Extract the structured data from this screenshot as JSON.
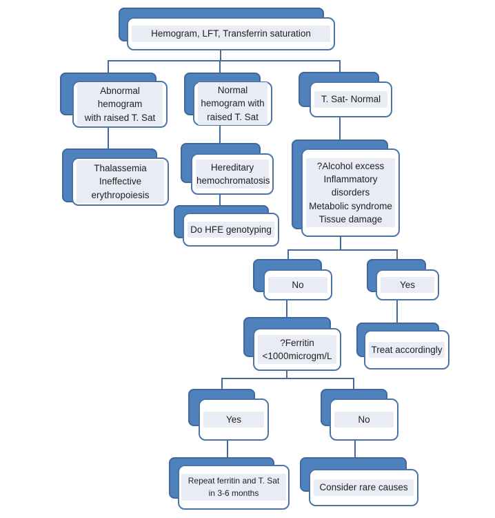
{
  "diagram": {
    "type": "flowchart",
    "colors": {
      "node_shadow": "#4f81bd",
      "node_border": "#4a74a8",
      "connector": "#44699c",
      "label_background": "#e9ecf5",
      "text": "#1f1f1f",
      "background": "#ffffff"
    },
    "nodes": {
      "hemogram": {
        "label": "Hemogram, LFT, Transferrin saturation"
      },
      "abnormal_hemogram": {
        "label": "Abnormal hemogram\nwith raised T. Sat"
      },
      "normal_hemogram": {
        "label": "Normal\nhemogram with\nraised T. Sat"
      },
      "tsat_normal": {
        "label": "T. Sat- Normal"
      },
      "thalassemia": {
        "label": "Thalassemia\nIneffective\nerythropoiesis"
      },
      "hereditary": {
        "label": "Hereditary\nhemochromatosis"
      },
      "hfe_genotyping": {
        "label": "Do HFE genotyping"
      },
      "secondary_causes": {
        "label": "?Alcohol excess\nInflammatory\ndisorders\nMetabolic syndrome\nTissue damage"
      },
      "no_secondary": {
        "label": "No"
      },
      "yes_secondary": {
        "label": "Yes"
      },
      "ferritin_question": {
        "label": "?Ferritin\n<1000microgm/L"
      },
      "treat_accordingly": {
        "label": "Treat accordingly"
      },
      "yes_ferritin": {
        "label": "Yes"
      },
      "no_ferritin": {
        "label": "No"
      },
      "repeat_ferritin": {
        "label": "Repeat ferritin and T. Sat\nin 3-6 months"
      },
      "consider_rare": {
        "label": "Consider rare causes"
      }
    },
    "edges": [
      {
        "from": "hemogram",
        "to": "abnormal_hemogram"
      },
      {
        "from": "hemogram",
        "to": "normal_hemogram"
      },
      {
        "from": "hemogram",
        "to": "tsat_normal"
      },
      {
        "from": "abnormal_hemogram",
        "to": "thalassemia"
      },
      {
        "from": "normal_hemogram",
        "to": "hereditary"
      },
      {
        "from": "hereditary",
        "to": "hfe_genotyping"
      },
      {
        "from": "tsat_normal",
        "to": "secondary_causes"
      },
      {
        "from": "secondary_causes",
        "to": "no_secondary"
      },
      {
        "from": "secondary_causes",
        "to": "yes_secondary"
      },
      {
        "from": "no_secondary",
        "to": "ferritin_question"
      },
      {
        "from": "yes_secondary",
        "to": "treat_accordingly"
      },
      {
        "from": "ferritin_question",
        "to": "yes_ferritin"
      },
      {
        "from": "ferritin_question",
        "to": "no_ferritin"
      },
      {
        "from": "yes_ferritin",
        "to": "repeat_ferritin"
      },
      {
        "from": "no_ferritin",
        "to": "consider_rare"
      }
    ]
  }
}
